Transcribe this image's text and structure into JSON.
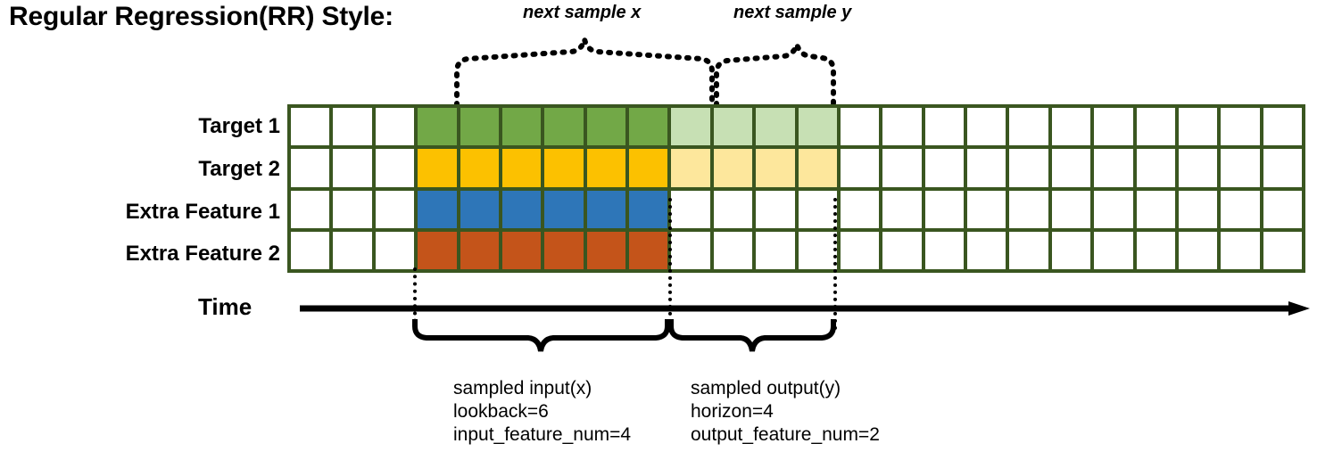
{
  "title": "Regular Regression(RR) Style:",
  "top_captions": {
    "x": "next sample x",
    "y": "next sample y"
  },
  "rows": [
    {
      "label": "Target 1",
      "name": "target-1"
    },
    {
      "label": "Target 2",
      "name": "target-2"
    },
    {
      "label": "Extra Feature 1",
      "name": "extra-feature-1"
    },
    {
      "label": "Extra Feature 2",
      "name": "extra-feature-2"
    }
  ],
  "axis": {
    "label": "Time",
    "direction": "right-arrow"
  },
  "grid": {
    "columns": 24,
    "rows": 4,
    "border_color": "#3a5620",
    "empty_color": "#ffffff",
    "input_start_col": 4,
    "input_end_col": 9,
    "output_start_col": 10,
    "output_end_col": 13,
    "legend_colors": {
      "target1_input": "#72a847",
      "target1_output": "#c7e0b4",
      "target2_input": "#fcc100",
      "target2_output": "#fde79c",
      "extra1_input": "#2e76b8",
      "extra2_input": "#c4541a"
    },
    "cells": [
      [
        "empty",
        "empty",
        "empty",
        "green",
        "green",
        "green",
        "green",
        "green",
        "green",
        "lgreen",
        "lgreen",
        "lgreen",
        "lgreen",
        "empty",
        "empty",
        "empty",
        "empty",
        "empty",
        "empty",
        "empty",
        "empty",
        "empty",
        "empty",
        "empty"
      ],
      [
        "empty",
        "empty",
        "empty",
        "gold",
        "gold",
        "gold",
        "gold",
        "gold",
        "gold",
        "lgold",
        "lgold",
        "lgold",
        "lgold",
        "empty",
        "empty",
        "empty",
        "empty",
        "empty",
        "empty",
        "empty",
        "empty",
        "empty",
        "empty",
        "empty"
      ],
      [
        "empty",
        "empty",
        "empty",
        "blue",
        "blue",
        "blue",
        "blue",
        "blue",
        "blue",
        "empty",
        "empty",
        "empty",
        "empty",
        "empty",
        "empty",
        "empty",
        "empty",
        "empty",
        "empty",
        "empty",
        "empty",
        "empty",
        "empty",
        "empty"
      ],
      [
        "empty",
        "empty",
        "empty",
        "orange",
        "orange",
        "orange",
        "orange",
        "orange",
        "orange",
        "empty",
        "empty",
        "empty",
        "empty",
        "empty",
        "empty",
        "empty",
        "empty",
        "empty",
        "empty",
        "empty",
        "empty",
        "empty",
        "empty",
        "empty"
      ]
    ]
  },
  "annotations": {
    "input": {
      "line1": "sampled input(x)",
      "line2": "lookback=6",
      "line3": "input_feature_num=4"
    },
    "output": {
      "line1": "sampled output(y)",
      "line2": "horizon=4",
      "line3": "output_feature_num=2"
    }
  }
}
